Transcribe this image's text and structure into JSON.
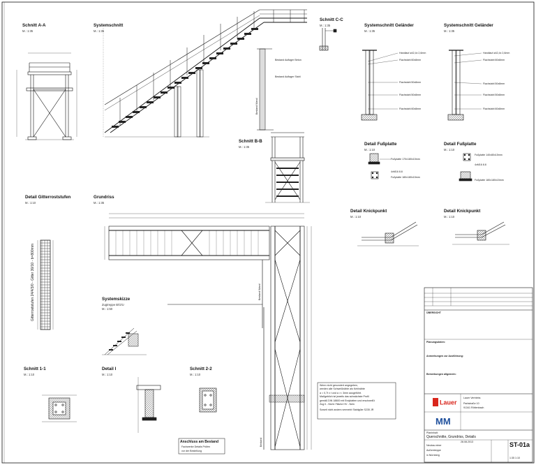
{
  "sections": {
    "schnitt_aa": {
      "title": "Schnitt A-A",
      "scale": "M.: 1:35"
    },
    "systemschnitt": {
      "title": "Systemschnitt",
      "scale": "M.: 1:35"
    },
    "schnitt_cc": {
      "title": "Schnitt C-C",
      "scale": "M.: 1:35"
    },
    "systemschnitt_gel_1": {
      "title": "Systemschnitt Geländer",
      "scale": "M.: 1:35"
    },
    "systemschnitt_gel_2": {
      "title": "Systemschnitt Geländer",
      "scale": "M.: 1:35"
    },
    "schnitt_bb": {
      "title": "Schnitt B-B",
      "scale": "M.: 1:35"
    },
    "fussplatte_1": {
      "title": "Detail Fußplatte",
      "scale": "M.: 1:10"
    },
    "fussplatte_2": {
      "title": "Detail Fußplatte",
      "scale": "M.: 1:10"
    },
    "gitterrost": {
      "title": "Detail Gitterroststufen",
      "scale": "M.: 1:10"
    },
    "grundriss": {
      "title": "Grundriss",
      "scale": "M.: 1:35"
    },
    "knick_1": {
      "title": "Detail Knickpunkt",
      "scale": "M.: 1:10"
    },
    "knick_2": {
      "title": "Detail Knickpunkt",
      "scale": "M.: 1:10"
    },
    "systemskizze": {
      "title": "Systemskizze",
      "subtitle": "Zugtreppe B/O/U",
      "scale": "M.: 1:50"
    },
    "schnitt_11": {
      "title": "Schnitt 1-1",
      "scale": "M.: 1:10"
    },
    "detail_i": {
      "title": "Detail I",
      "scale": "M.: 1:10"
    },
    "schnitt_22": {
      "title": "Schnitt 2-2",
      "scale": "M.: 1:10"
    }
  },
  "callouts": {
    "handlauf_1": "Handlauf ø42,4x 2,6mm",
    "flachstahl_1": "Flachstahl 60x8mm",
    "flachstahl_2": "Flachstahl 50x8mm",
    "flachstahl_3": "Flachstahl 50x8mm",
    "flachstahl_4": "Flachstahl 60x8mm",
    "handlauf_2": "Handlauf ø42,4x 2,6mm",
    "flachstahl_5": "Flachstahl 60x8mm",
    "flachstahl_6": "Flachstahl 50x8mm",
    "flachstahl_7": "Flachstahl 50x8mm",
    "flachstahl_8": "Flachstahl 60x8mm",
    "fussplatte_a": "Fußplatte 170x180x15mm",
    "schraube_a": "4xM16 8.8",
    "fussplatte_b": "Fußplatte 180x180x15mm",
    "fussplatte_c": "Fußplatte 140x80x15mm",
    "schraube_b": "4xM16 8.8",
    "fussplatte_d": "Fußplatte 180x180x15mm",
    "gitterrost_vertical": "Gitterroststufen 24/4/3/0 - Gitter 30/10 - b=800mm",
    "bestand_wand_1": "Bestand Wand",
    "bestand_wand_2": "Bestand Wand",
    "bestand": "Bestand",
    "anschluss_title": "Anschluss am Bestand",
    "anschluss_line1": "Fachwerke Details Prüfen",
    "anschluss_line2": "vor der Bestellung",
    "auflager_1": "Bestand Auflager Beton",
    "auflager_2": "Bestand Auflager Stahl"
  },
  "statik_note": {
    "line1": "Wenn nicht gesondert angegeben,",
    "line2": "werden alle Schweißnähte als Kehlnähte",
    "line3": "a = 0,7t x t und a >= 3mm ausgeführt.",
    "line4": "Maßgeblich ist jeweils das schwächste Profil",
    "line5": "gemäß DIN 18800 mit Endplatten und erschweißt",
    "line6": "Zug II - Nicht: Fläche HV - Nein",
    "line7": "Soweit nicht anders vermerkt Stahlgüte S235 JR"
  },
  "titleblock": {
    "revision_header": "ÜBERSICHT",
    "plans_header": "Planungsdaten:",
    "notes_header1": "Anmerkungen zur Ausführung:",
    "notes_header2": "Bemerkungen allgemein:",
    "company1_name": "Lauer Vertriebs",
    "company1_addr": "Parkstraße 10",
    "company1_city": "91341 Röttenbach",
    "company2_name": "MM",
    "contents_label": "Planinhalt:",
    "contents": "Querschnitte, Grundriss, Details",
    "date": "28.08.2013",
    "sheet_no": "ST-01a",
    "project_line1": "Neubau einer",
    "project_line2": "Außentreppe",
    "project_line3": "in Nürnberg",
    "scale": "1:35 1:10",
    "lauer_logo_text": "Lauer",
    "mm_logo_text": "MM"
  }
}
